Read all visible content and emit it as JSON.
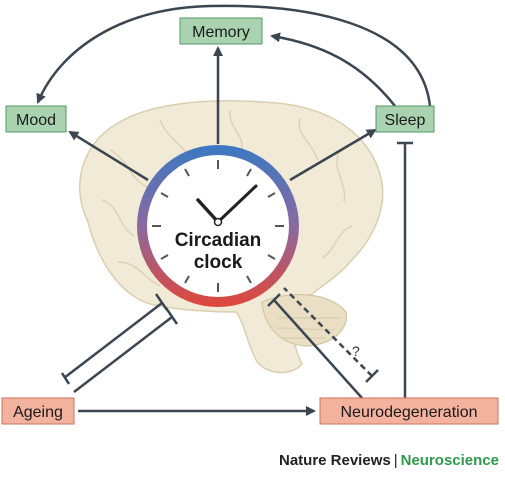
{
  "nodes": {
    "memory": "Memory",
    "mood": "Mood",
    "sleep": "Sleep",
    "ageing": "Ageing",
    "neurodegeneration": "Neurodegeneration"
  },
  "clock": {
    "line1": "Circadian",
    "line2": "clock"
  },
  "uncertain_link_label": "?",
  "credit": {
    "journal": "Nature Reviews",
    "separator": "|",
    "section": "Neuroscience"
  },
  "colors": {
    "function_box_fill": "#a9d3b0",
    "function_box_stroke": "#4f9a63",
    "risk_box_fill": "#f2b29e",
    "risk_box_stroke": "#c9765c",
    "clock_ring_top": "#3a78c2",
    "clock_ring_bottom": "#e0463a",
    "arrow": "#3b4651",
    "brain_fill": "#f1ead7",
    "brand_green": "#2e9a4a"
  },
  "icons": [
    "brain-illustration",
    "clock-face",
    "activation-arrow",
    "inhibition-bar"
  ]
}
